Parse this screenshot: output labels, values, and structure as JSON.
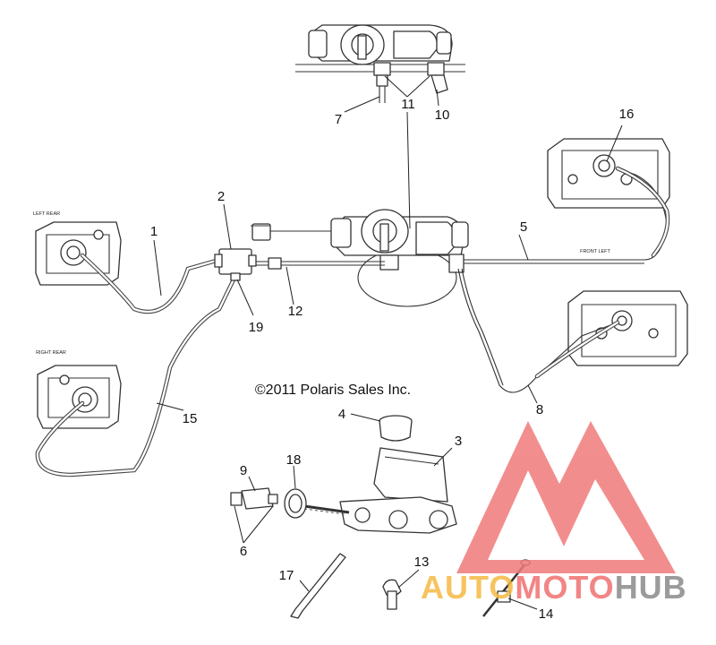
{
  "copyright": "©2011 Polaris Sales Inc.",
  "caliper_labels": {
    "left_rear": "LEFT REAR",
    "right_rear": "RIGHT REAR",
    "front_left": "FRONT LEFT"
  },
  "callouts": [
    "1",
    "2",
    "3",
    "4",
    "5",
    "6",
    "7",
    "8",
    "9",
    "10",
    "11",
    "12",
    "13",
    "14",
    "15",
    "16",
    "17",
    "18",
    "19"
  ],
  "watermark": {
    "part1": "AUTO",
    "part2": "MOTO",
    "part3": "HUB",
    "color_orange": "#f5b942",
    "color_red": "#f07070",
    "color_gray": "#8a8a8a",
    "logo_color": "#f07a7a"
  }
}
